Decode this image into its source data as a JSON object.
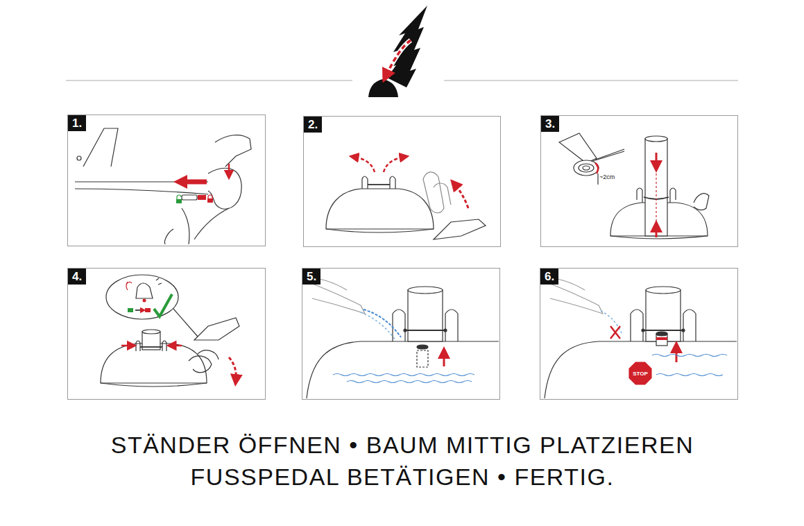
{
  "diagram": {
    "caption": "STÄNDER ÖFFNEN • BAUM MITTIG PLATZIEREN FUSSPEDAL BETÄTIGEN • FERTIG.",
    "nodes": [
      {
        "text": [
          "1."
        ]
      },
      {
        "text": [
          "2."
        ]
      },
      {
        "text": [
          "3."
        ]
      },
      {
        "text": [
          "4."
        ]
      },
      {
        "text": [
          "5."
        ]
      },
      {
        "text": [
          "6."
        ]
      },
      {
        "text": [
          "STOP"
        ],
        "in": 5
      }
    ],
    "labels": [
      "~2cm"
    ]
  }
}
